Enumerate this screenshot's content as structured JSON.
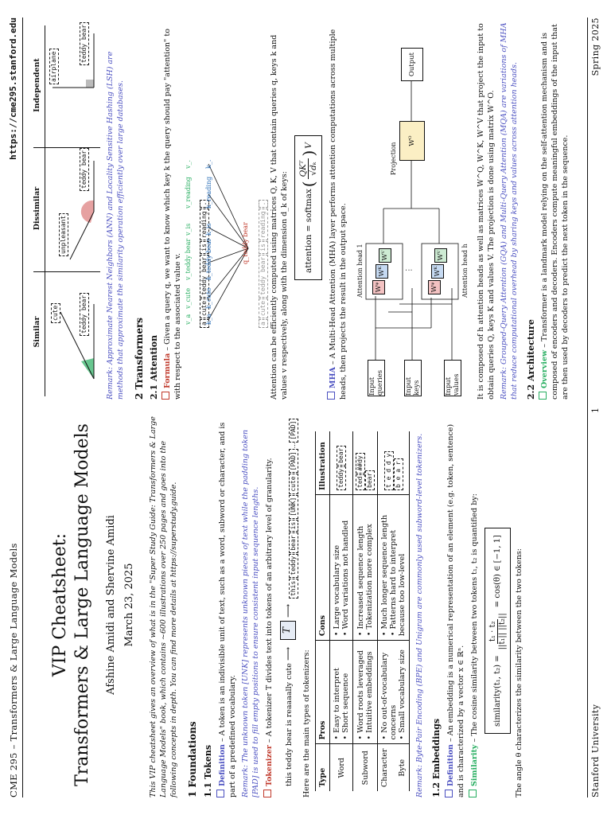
{
  "header": {
    "course": "CME 295 – Transformers & Large Language Models",
    "url": "https://cme295.stanford.edu"
  },
  "footer": {
    "left": "Stanford University",
    "page": "1",
    "right": "Spring 2025"
  },
  "title": {
    "line1": "VIP Cheatsheet:",
    "line2": "Transformers & Large Language Models",
    "authors": "Afshine Amidi and Shervine Amidi",
    "date": "March 23, 2025"
  },
  "intro": "This VIP cheatsheet gives an overview of what is in the \"Super Study Guide: Transformers & Large Language Models\" book, which contains ~600 illustrations over 250 pages and goes into the following concepts in depth. You can find more details at https://superstudy.guide.",
  "s1": {
    "heading": "1   Foundations",
    "s11": "1.1   Tokens",
    "def_label": "Definition",
    "def_text": " – A token is an indivisible unit of text, such as a word, subword or character, and is part of a predefined vocabulary.",
    "remark1": "Remark: The unknown token [UNK] represents unknown pieces of text while the padding token [PAD] is used to fill empty positions to ensure consistent input sequence lengths.",
    "tokenizer_label": "Tokenizer",
    "tokenizer_text": " – A tokenizer T divides text into tokens of an arbitrary level of granularity.",
    "example_sentence": "this teddy bear is reaaaally cute",
    "tokenizer_symbol": "T",
    "example_tokens": [
      "this",
      "teddy",
      "bear",
      "is",
      "[UNK]",
      "cute",
      "[PAD]",
      "...",
      "[PAD]"
    ],
    "types_intro": "Here are the main types of tokenizers:",
    "table": {
      "headers": [
        "Type",
        "Pros",
        "Cons",
        "Illustration"
      ],
      "word": {
        "type": "Word",
        "pros": [
          "Easy to interpret",
          "Short sequence"
        ],
        "cons": [
          "Large vocabulary size",
          "Word variations not handled"
        ],
        "ill": [
          "teddy",
          "bear"
        ]
      },
      "subword": {
        "type": "Subword",
        "pros": [
          "Word roots leveraged",
          "Intuitive embeddings"
        ],
        "cons": [
          "Increased sequence length",
          "Tokenization more complex"
        ],
        "ill": [
          "ted",
          "##dy",
          "bear"
        ]
      },
      "character": {
        "type": "Character",
        "pros": [
          "No out-of-vocabulary concerns"
        ],
        "cons": [
          "Much longer sequence length",
          "Patterns hard to interpret because too low-level"
        ],
        "ill": [
          "t e d d y",
          "b e a r"
        ]
      },
      "byte": {
        "type": "Byte",
        "pros": [
          "Small vocabulary size"
        ]
      }
    },
    "remark2": "Remark: Byte-Pair Encoding (BPE) and Unigram are commonly used subword-level tokenizers.",
    "s12": "1.2   Embeddings",
    "emb_label": "Definition",
    "emb_text": " – An embedding is a numerical representation of an element (e.g. token, sentence) and is characterized by a vector x ∈ ℝⁿ.",
    "sim_label": "Similarity",
    "sim_text": " – The cosine similarity between two tokens t₁, t₂ is quantified by:",
    "sim_formula_left": "similarity(t₁, t₂) =",
    "sim_formula_num": "t₁ · t₂",
    "sim_formula_den": "||t₁|| ||t₂||",
    "sim_formula_right": "= cos(θ) ∈ [−1, 1]",
    "angle_text": "The angle θ characterizes the similarity between the two tokens:"
  },
  "sim_fig": {
    "headers": [
      "Similar",
      "Dissimilar",
      "Independent"
    ],
    "similar": [
      "cute",
      "teddy bear"
    ],
    "dissimilar": [
      "unpleasant",
      "teddy bear"
    ],
    "independent": [
      "airplane",
      "teddy bear"
    ]
  },
  "remark_ann": "Remark: Approximate Nearest Neighbors (ANN) and Locality Sensitive Hashing (LSH) are methods that approximate the similarity operation efficiently over large databases.",
  "s2": {
    "heading": "2   Transformers",
    "s21": "2.1   Attention",
    "formula_label": "Formula",
    "formula_text": " – Given a query q, we want to know which key k the query should pay \"attention\" to with respect to the associated value v.",
    "att_tokens": [
      "a",
      "cute",
      "teddy bear",
      "is",
      "reading",
      "."
    ],
    "att_bottom": [
      "a",
      "cute",
      "teddy bear",
      "is",
      "reading",
      "."
    ],
    "att_v_labels": [
      "v_a",
      "v_cute",
      "v_teddy bear",
      "v_is",
      "v_reading",
      "v_."
    ],
    "att_k_labels": [
      "k_a",
      "k_cute",
      "k_teddy bear",
      "k_is",
      "k_reading",
      "k_."
    ],
    "att_q_label": "q_teddy bear",
    "matrix_text": "Attention can be efficiently computed using matrices Q, K, V that contain queries q, keys k and values v respectively, along with the dimension d_k of keys:",
    "att_formula": "attention = softmax",
    "att_formula_num": "QKᵀ",
    "att_formula_den": "√dₖ",
    "att_formula_v": "V",
    "mha_label": "MHA",
    "mha_text": " – A Multi-Head Attention (MHA) layer performs attention computations across multiple heads, then projects the result in the output space.",
    "mha": {
      "head1": "Attention head 1",
      "headh": "Attention head h",
      "queries": "Input queries",
      "keys": "Input keys",
      "values": "Input values",
      "projection": "Projection",
      "wo": "Wᴼ",
      "output": "Output",
      "wq": "Wᵠ",
      "wk": "Wᴷ",
      "wv": "Wⱽ",
      "dots": "⋮"
    },
    "mha_desc": "It is composed of h attention heads as well as matrices W^Q, W^K, W^V that project the input to obtain queries Q, keys K and values V. The projection is done using matrix W^O.",
    "mha_remark": "Remark: Grouped-Query Attention (GQA) and Multi-Query Attention (MQA) are variations of MHA that reduce computational overhead by sharing keys and values across attention heads.",
    "s22": "2.2   Architecture",
    "ov_label": "Overview",
    "ov_text": " – Transformer is a landmark model relying on the self-attention mechanism and is composed of encoders and decoders. Encoders compute meaningful embeddings of the input that are then used by decoders to predict the next token in the sequence."
  },
  "colors": {
    "blue": "#4a4fc0",
    "red": "#c0392b",
    "green": "#27ae60",
    "key_blue": "#2c6fb7",
    "query_red": "#c0392b",
    "value_green": "#27ae60",
    "wo_fill": "#fbefc4"
  }
}
